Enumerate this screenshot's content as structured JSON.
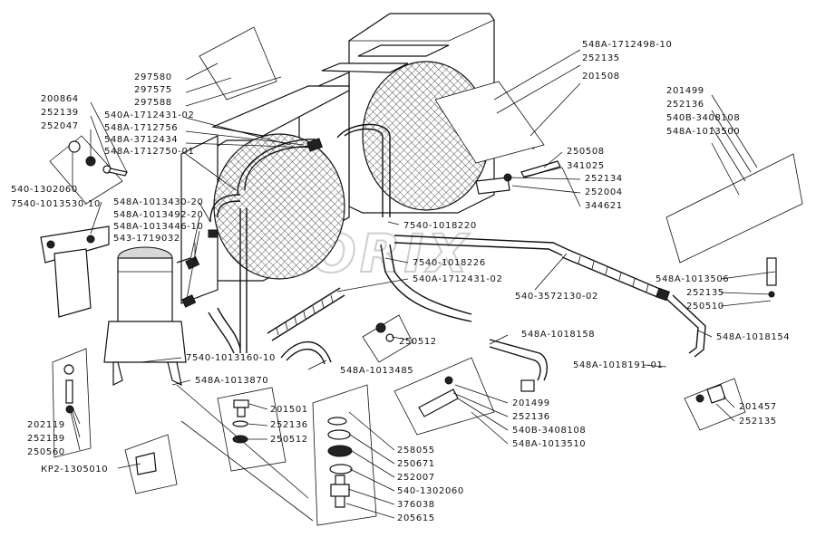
{
  "watermark": "FORIX",
  "labels": [
    {
      "id": "l1",
      "text": "548А-1712498-10"
    },
    {
      "id": "l2",
      "text": "252135"
    },
    {
      "id": "l3",
      "text": "201508"
    },
    {
      "id": "l4",
      "text": "201499"
    },
    {
      "id": "l5",
      "text": "252136"
    },
    {
      "id": "l6",
      "text": "540В-3408108"
    },
    {
      "id": "l7",
      "text": "548А-1013500"
    },
    {
      "id": "l8",
      "text": "297580"
    },
    {
      "id": "l9",
      "text": "297575"
    },
    {
      "id": "l10",
      "text": "297588"
    },
    {
      "id": "l11",
      "text": "540А-1712431-02"
    },
    {
      "id": "l12",
      "text": "548А-1712756"
    },
    {
      "id": "l13",
      "text": "548А-3712434"
    },
    {
      "id": "l14",
      "text": "548А-1712750-01"
    },
    {
      "id": "l15",
      "text": "200864"
    },
    {
      "id": "l16",
      "text": "252139"
    },
    {
      "id": "l17",
      "text": "252047"
    },
    {
      "id": "l18",
      "text": "540-1302060"
    },
    {
      "id": "l19",
      "text": "7540-1013530-10"
    },
    {
      "id": "l20",
      "text": "548А-1013430-20"
    },
    {
      "id": "l21",
      "text": "548А-1013492-20"
    },
    {
      "id": "l22",
      "text": "548А-1013446-10"
    },
    {
      "id": "l23",
      "text": "543-1719032"
    },
    {
      "id": "l24",
      "text": "250508"
    },
    {
      "id": "l25",
      "text": "341025"
    },
    {
      "id": "l26",
      "text": "252134"
    },
    {
      "id": "l27",
      "text": "252004"
    },
    {
      "id": "l28",
      "text": "344621"
    },
    {
      "id": "l29",
      "text": "7540-1018220"
    },
    {
      "id": "l30",
      "text": "7540-1018226"
    },
    {
      "id": "l31",
      "text": "540А-1712431-02"
    },
    {
      "id": "l32",
      "text": "540-3572130-02"
    },
    {
      "id": "l33",
      "text": "548А-1013506"
    },
    {
      "id": "l34",
      "text": "252135"
    },
    {
      "id": "l35",
      "text": "250510"
    },
    {
      "id": "l36",
      "text": "548А-1018154"
    },
    {
      "id": "l37",
      "text": "548А-1018191-01"
    },
    {
      "id": "l38",
      "text": "250512"
    },
    {
      "id": "l39",
      "text": "548А-1018158"
    },
    {
      "id": "l40",
      "text": "548А-1013485"
    },
    {
      "id": "l41",
      "text": "7540-1013160-10"
    },
    {
      "id": "l42",
      "text": "548А-1013870"
    },
    {
      "id": "l43",
      "text": "201501"
    },
    {
      "id": "l44",
      "text": "252136"
    },
    {
      "id": "l45",
      "text": "250512"
    },
    {
      "id": "l46",
      "text": "201499"
    },
    {
      "id": "l47",
      "text": "252136"
    },
    {
      "id": "l48",
      "text": "540В-3408108"
    },
    {
      "id": "l49",
      "text": "548А-1013510"
    },
    {
      "id": "l50",
      "text": "201457"
    },
    {
      "id": "l51",
      "text": "252135"
    },
    {
      "id": "l52",
      "text": "202119"
    },
    {
      "id": "l53",
      "text": "252139"
    },
    {
      "id": "l54",
      "text": "250560"
    },
    {
      "id": "l55",
      "text": "КР2-1305010"
    },
    {
      "id": "l56",
      "text": "258055"
    },
    {
      "id": "l57",
      "text": "250671"
    },
    {
      "id": "l58",
      "text": "252007"
    },
    {
      "id": "l59",
      "text": "540-1302060"
    },
    {
      "id": "l60",
      "text": "376038"
    },
    {
      "id": "l61",
      "text": "205615"
    }
  ]
}
